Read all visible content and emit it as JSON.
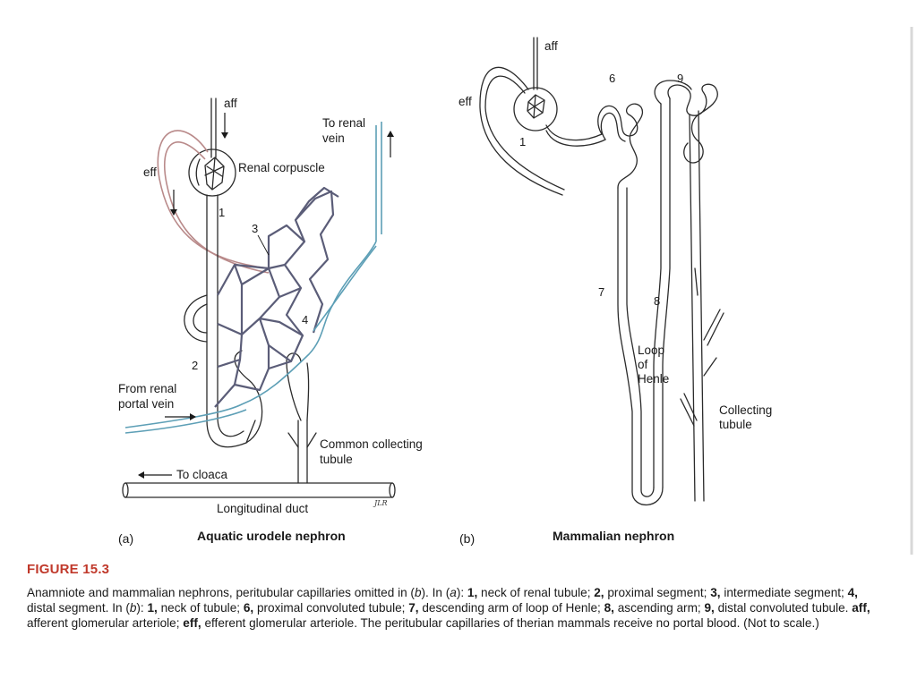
{
  "panel_a": {
    "panel_letter": "(a)",
    "title": "Aquatic urodele nephron",
    "labels": {
      "aff": "aff",
      "eff": "eff",
      "to_renal_vein_1": "To renal",
      "to_renal_vein_2": "vein",
      "renal_corpuscle": "Renal corpuscle",
      "num_1": "1",
      "num_2": "2",
      "num_3": "3",
      "num_4": "4",
      "from_renal_portal_1": "From renal",
      "from_renal_portal_2": "portal vein",
      "common_collecting_1": "Common collecting",
      "common_collecting_2": "tubule",
      "to_cloaca": "To cloaca",
      "longitudinal_duct": "Longitudinal duct"
    }
  },
  "panel_b": {
    "panel_letter": "(b)",
    "title": "Mammalian nephron",
    "labels": {
      "aff": "aff",
      "eff": "eff",
      "num_1": "1",
      "num_6": "6",
      "num_7": "7",
      "num_8": "8",
      "num_9": "9",
      "loop_1": "Loop",
      "loop_2": "of",
      "loop_3": "Henle",
      "collecting_1": "Collecting",
      "collecting_2": "tubule"
    }
  },
  "signature": "JLR",
  "colors": {
    "figure_label": "#c0392b",
    "vein": "#5d9fb6",
    "arteriole": "#b98a8a",
    "capillary": "#5b5d78"
  },
  "figure": {
    "label": "FIGURE 15.3",
    "caption_segments": [
      {
        "text": "Anamniote and mammalian nephrons, peritubular capillaries omitted in (",
        "bold": false
      },
      {
        "text": "b",
        "italic": true
      },
      {
        "text": "). In (",
        "bold": false
      },
      {
        "text": "a",
        "italic": true
      },
      {
        "text": "): ",
        "bold": false
      },
      {
        "text": "1,",
        "bold": true
      },
      {
        "text": " neck of renal tubule; ",
        "bold": false
      },
      {
        "text": "2,",
        "bold": true
      },
      {
        "text": " proximal segment; ",
        "bold": false
      },
      {
        "text": "3,",
        "bold": true
      },
      {
        "text": " intermediate segment; ",
        "bold": false
      },
      {
        "text": "4,",
        "bold": true
      },
      {
        "text": " distal segment. In (",
        "bold": false
      },
      {
        "text": "b",
        "italic": true
      },
      {
        "text": "): ",
        "bold": false
      },
      {
        "text": "1,",
        "bold": true
      },
      {
        "text": " neck of tubule; ",
        "bold": false
      },
      {
        "text": "6,",
        "bold": true
      },
      {
        "text": " proximal convoluted tubule; ",
        "bold": false
      },
      {
        "text": "7,",
        "bold": true
      },
      {
        "text": " descending arm of loop of Henle; ",
        "bold": false
      },
      {
        "text": "8,",
        "bold": true
      },
      {
        "text": " ascending arm; ",
        "bold": false
      },
      {
        "text": "9,",
        "bold": true
      },
      {
        "text": " distal convoluted tubule. ",
        "bold": false
      },
      {
        "text": "aff,",
        "bold": true
      },
      {
        "text": " afferent glomerular arteriole; ",
        "bold": false
      },
      {
        "text": "eff,",
        "bold": true
      },
      {
        "text": " efferent glomerular arteriole. The peritubular capillaries of therian mammals receive no portal blood. (Not to scale.)",
        "bold": false
      }
    ]
  }
}
